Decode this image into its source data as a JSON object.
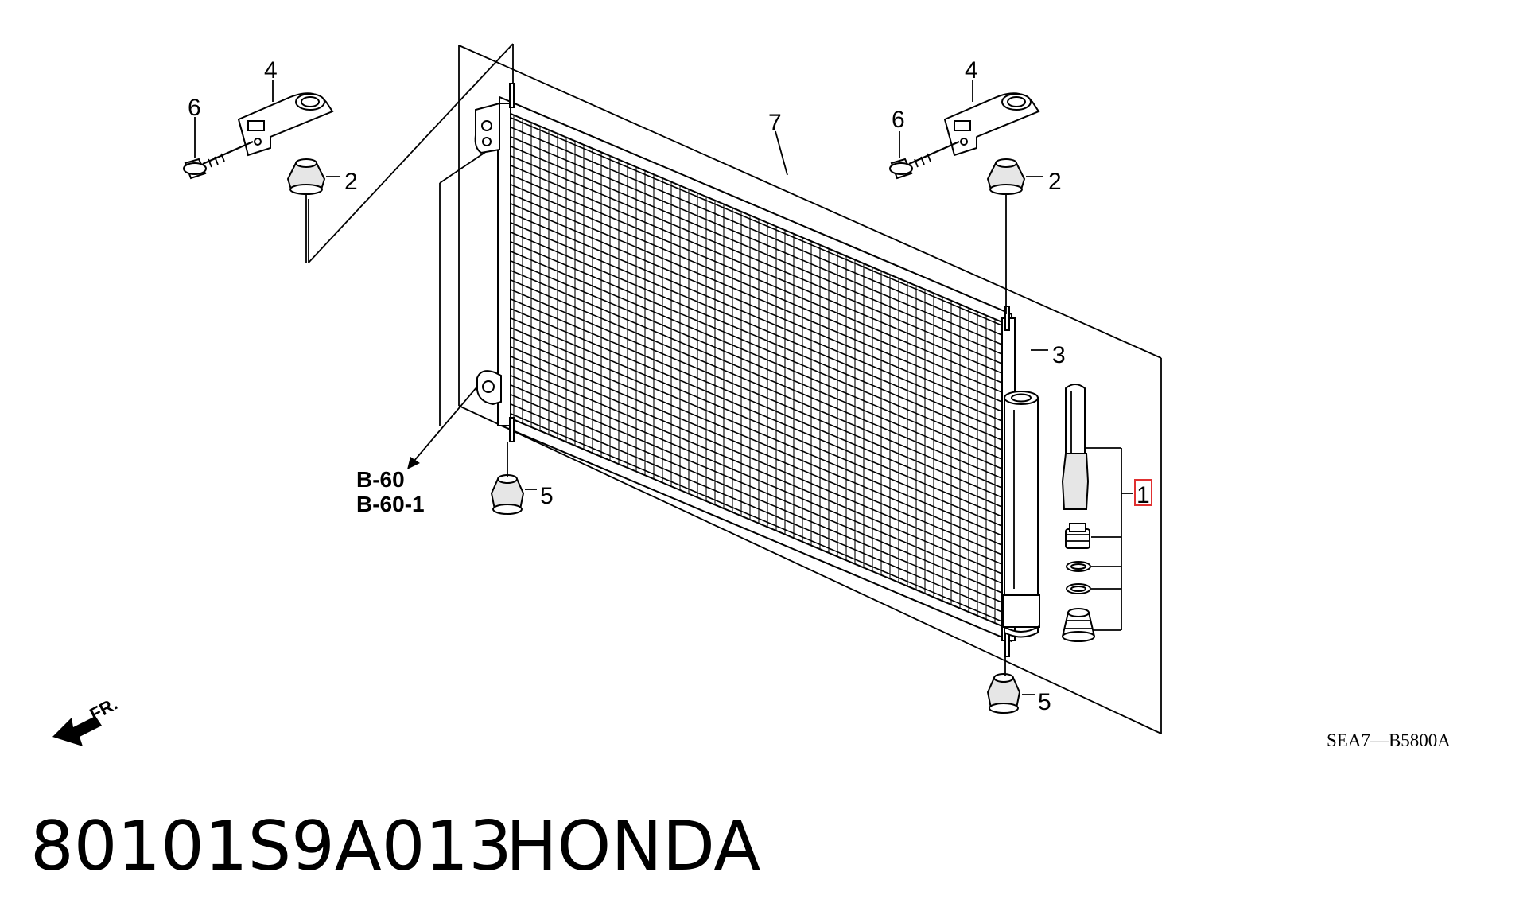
{
  "diagram": {
    "callouts": {
      "c1": "1",
      "c2_left": "2",
      "c2_right": "2",
      "c3": "3",
      "c4_left": "4",
      "c4_right": "4",
      "c5_left": "5",
      "c5_right": "5",
      "c6_left": "6",
      "c6_right": "6",
      "c7": "7"
    },
    "references": {
      "ref_a": "B-60",
      "ref_b": "B-60-1"
    },
    "front_label": "FR.",
    "drawing_code": "SEA7—B5800A",
    "highlight_color": "#e03030"
  },
  "caption": {
    "part_number": "80101S9A013",
    "brand": "HONDA"
  }
}
